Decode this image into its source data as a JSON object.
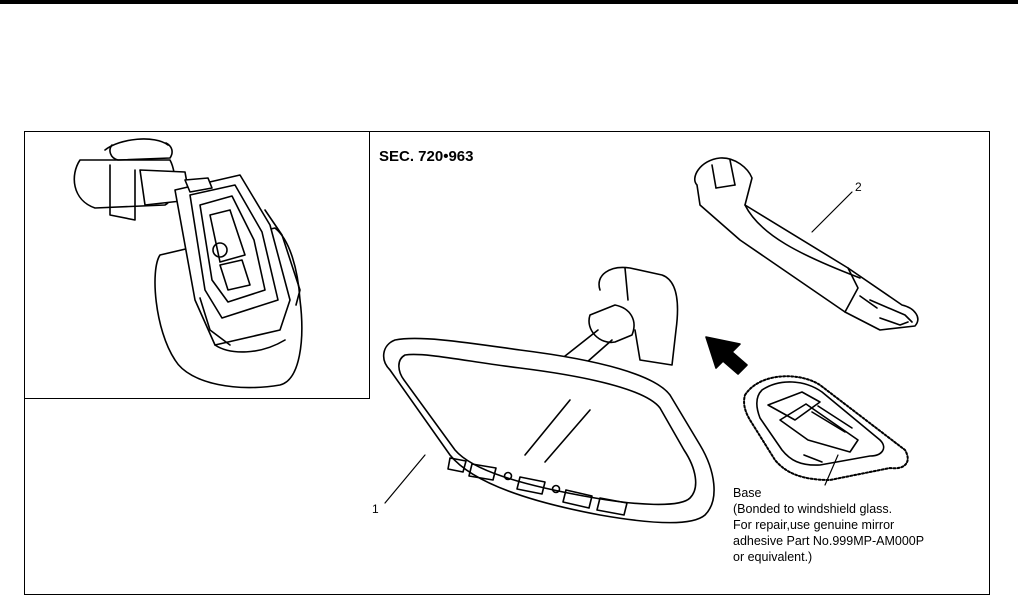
{
  "diagram": {
    "section_code": "SEC. 720•963",
    "callouts": {
      "mirror": "1",
      "tool": "2"
    },
    "base_note": {
      "lines": [
        "Base",
        "(Bonded to windshield glass.",
        "For repair,use genuine mirror",
        "adhesive Part No.999MP-AM000P",
        "or equivalent.)"
      ]
    }
  }
}
